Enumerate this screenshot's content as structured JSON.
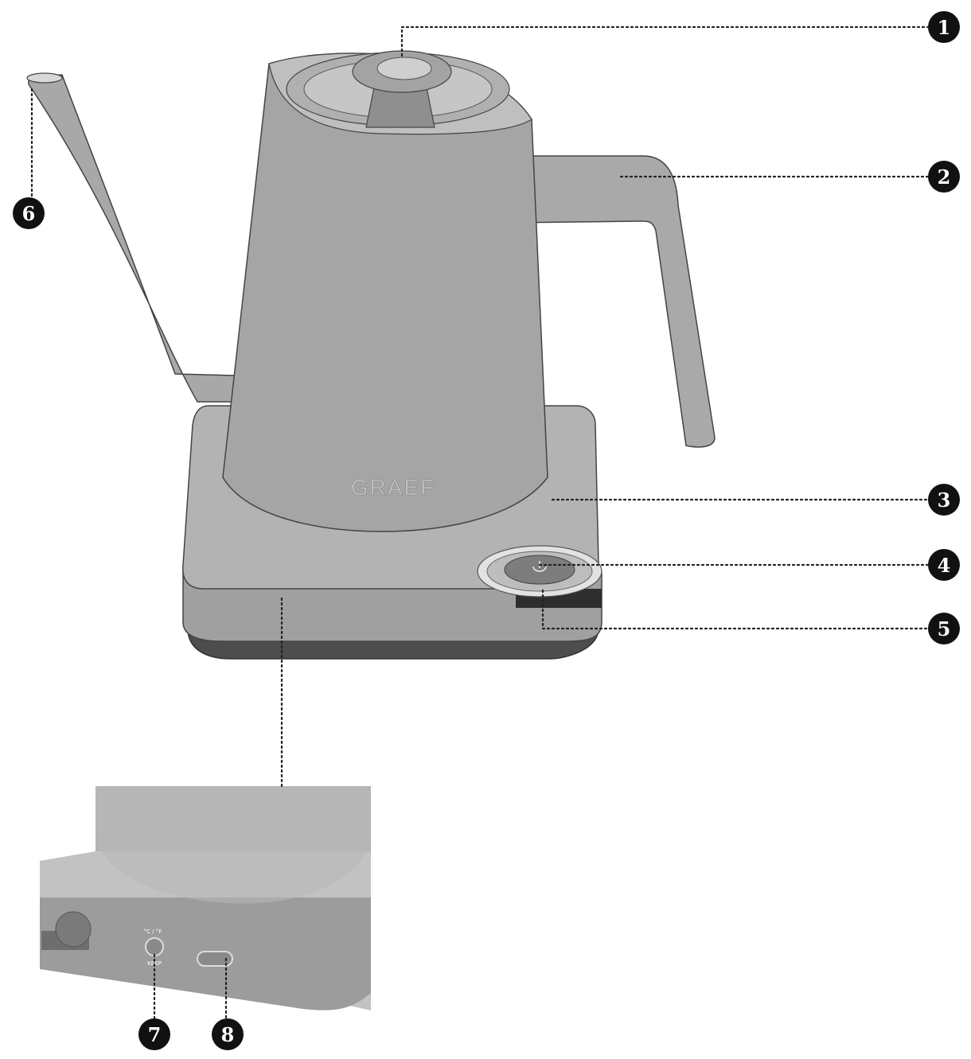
{
  "brand_logo": "GRAEF",
  "rear_panel": {
    "button_a_top": "°C / °F",
    "button_a_bottom": "KEEP"
  },
  "callouts": [
    {
      "number": "1",
      "part": "lid"
    },
    {
      "number": "2",
      "part": "handle"
    },
    {
      "number": "3",
      "part": "base"
    },
    {
      "number": "4",
      "part": "power-button"
    },
    {
      "number": "5",
      "part": "indicator"
    },
    {
      "number": "6",
      "part": "spout"
    },
    {
      "number": "7",
      "part": "unit-button"
    },
    {
      "number": "8",
      "part": "rear-button"
    }
  ]
}
